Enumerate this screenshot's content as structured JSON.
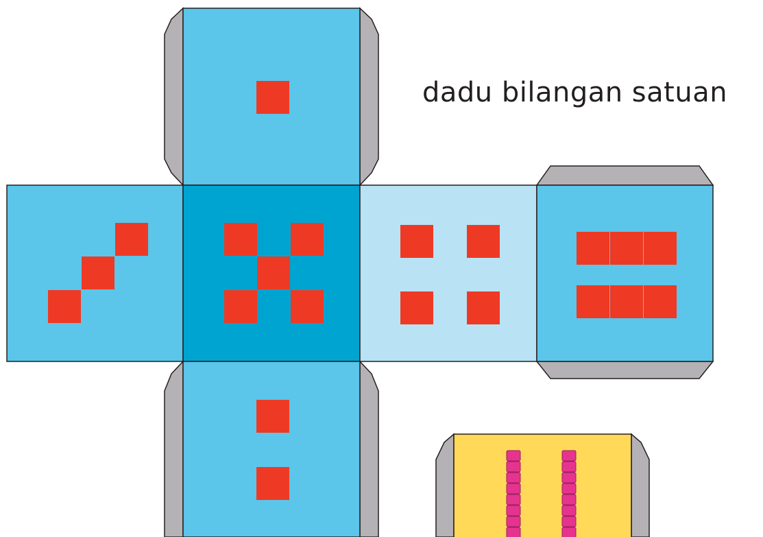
{
  "caption": "dadu bilangan satuan",
  "colors": {
    "face_light": "#5bc5ea",
    "face_center": "#00a4d1",
    "face_pale": "#b9e2f4",
    "tab_gray": "#b5b2b5",
    "pip_red": "#ee3a24",
    "stroke": "#231f20",
    "face_yellow": "#ffd957",
    "bar_magenta": "#e6348e"
  },
  "faces": [
    {
      "name": "face-top",
      "pips": 1
    },
    {
      "name": "face-left",
      "pips": 3
    },
    {
      "name": "face-center",
      "pips": 5
    },
    {
      "name": "face-right-pale",
      "pips": 4
    },
    {
      "name": "face-far-right",
      "pips": 6
    },
    {
      "name": "face-bottom",
      "pips": 2
    }
  ],
  "tens_die": {
    "bars": 2
  }
}
